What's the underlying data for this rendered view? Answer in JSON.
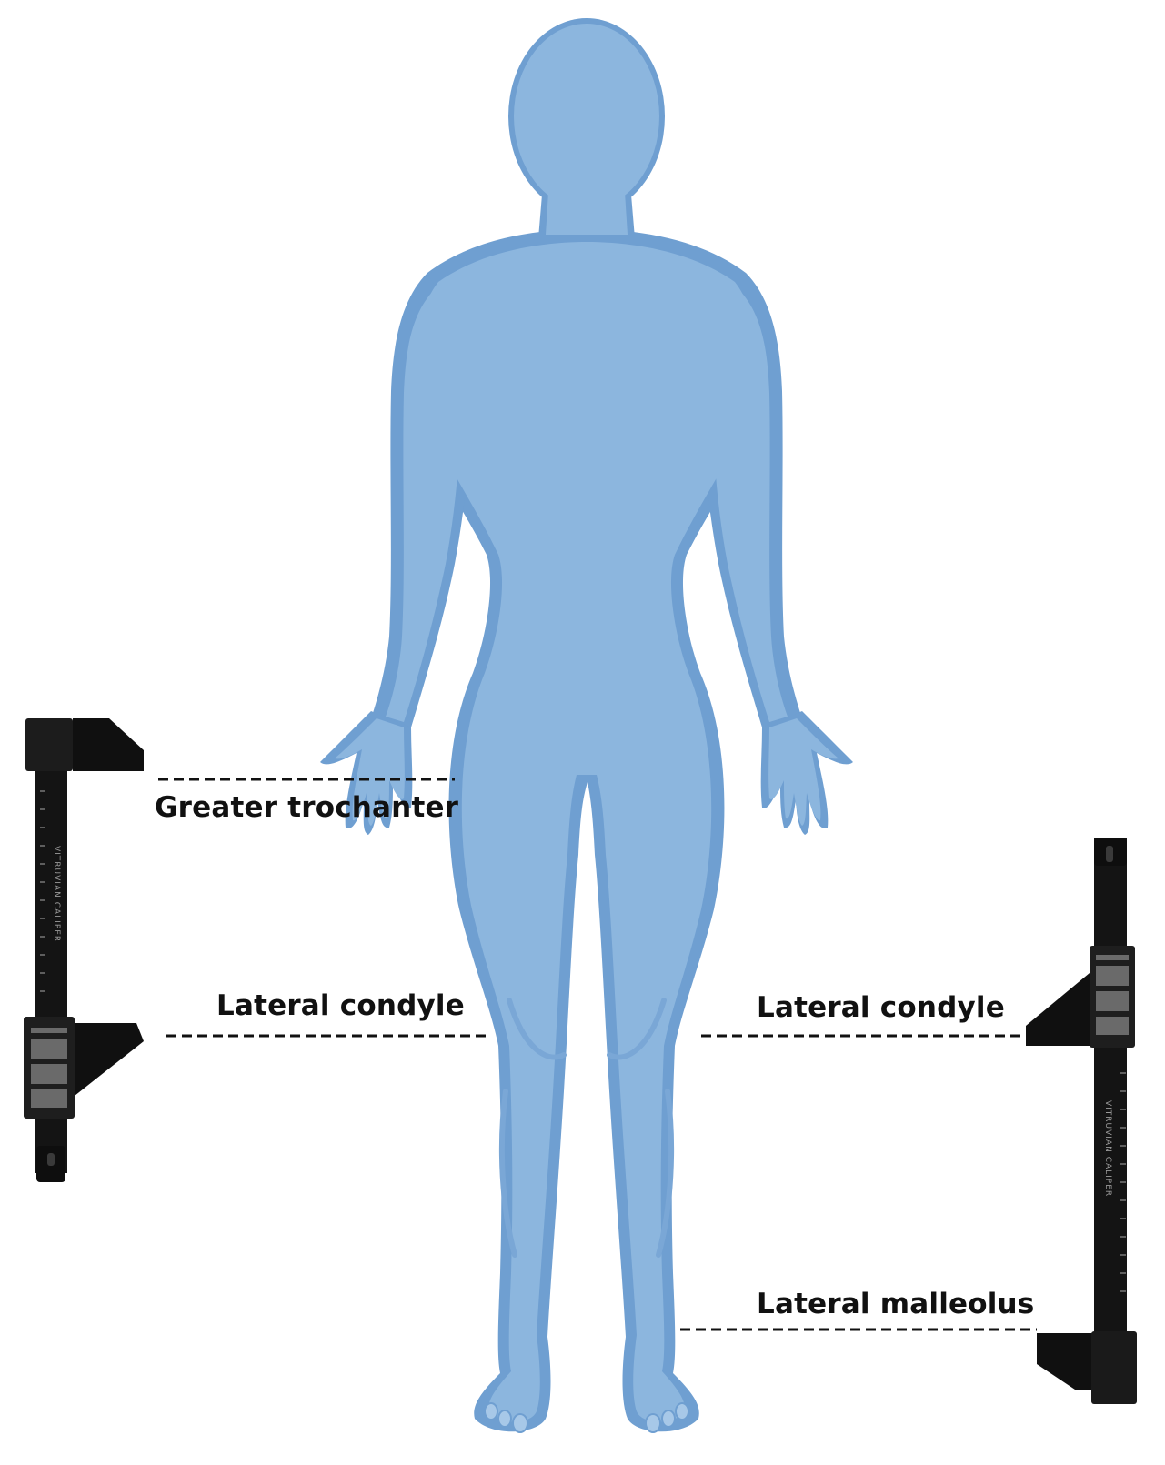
{
  "landmarks": {
    "greater_trochanter": "Greater trochanter",
    "lateral_condyle_left": "Lateral condyle",
    "lateral_condyle_right": "Lateral condyle",
    "lateral_malleolus": "Lateral malleolus"
  },
  "caliper_text": "VITRUVIAN CALIPER",
  "colors": {
    "body_fill": "#8cb6de",
    "body_outline": "#6f9fd1",
    "caliper": "#141414",
    "line": "#111111"
  }
}
